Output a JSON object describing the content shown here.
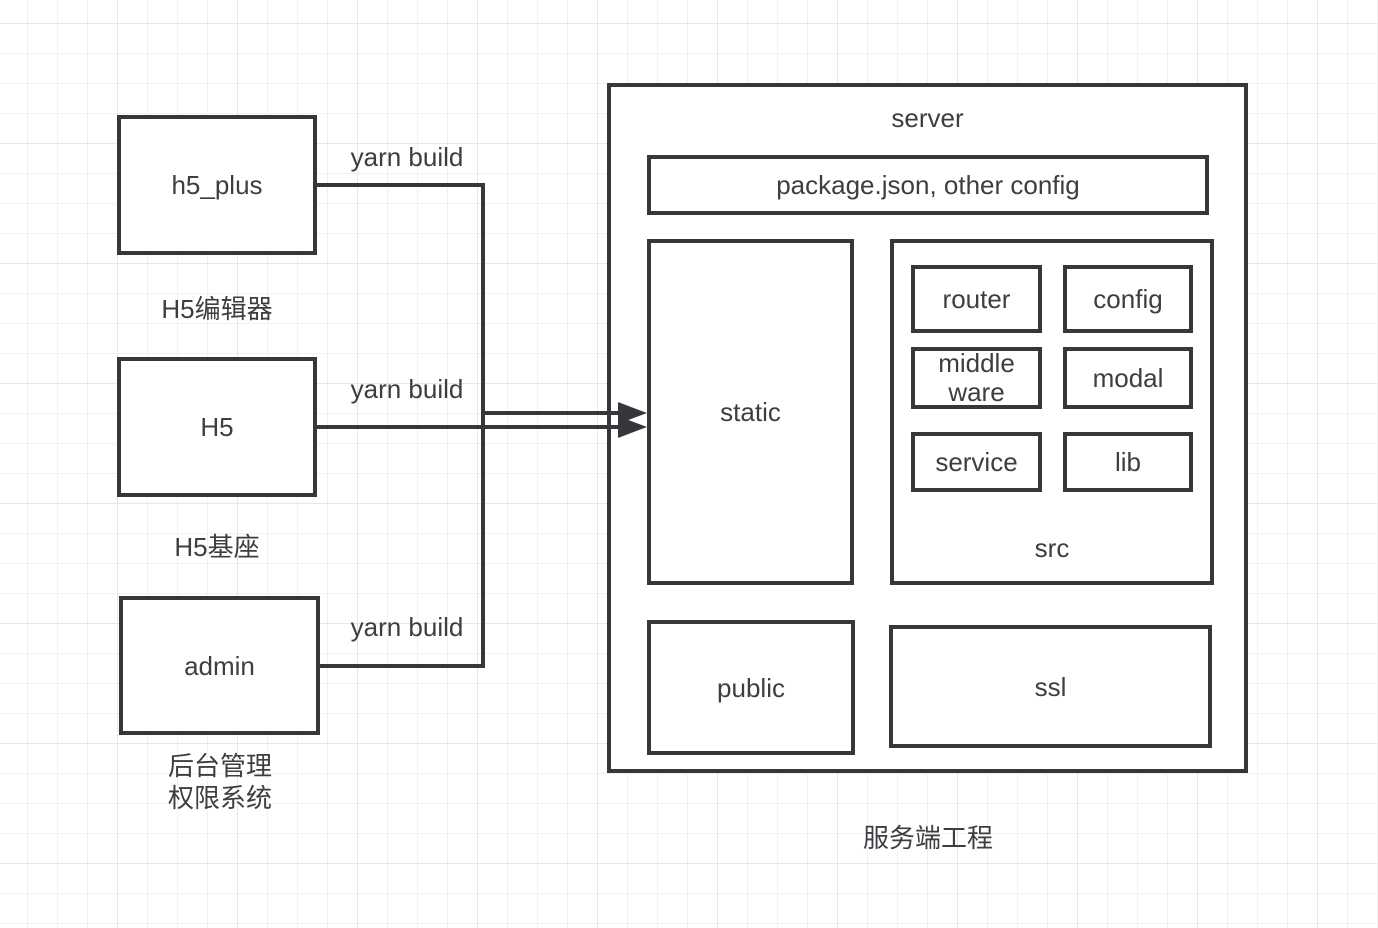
{
  "nodes": {
    "h5_plus": {
      "label": "h5_plus",
      "caption": "H5编辑器",
      "edge_label": "yarn build"
    },
    "h5": {
      "label": "H5",
      "caption": "H5基座",
      "edge_label": "yarn build"
    },
    "admin": {
      "label": "admin",
      "caption_line1": "后台管理",
      "caption_line2": "权限系统",
      "edge_label": "yarn build"
    }
  },
  "server": {
    "title": "server",
    "caption": "服务端工程",
    "config_file_box": "package.json, other config",
    "static_label": "static",
    "public_label": "public",
    "ssl_label": "ssl",
    "src": {
      "label": "src",
      "router": "router",
      "config": "config",
      "middleware": "middle ware",
      "modal": "modal",
      "service": "service",
      "lib": "lib"
    }
  },
  "colors": {
    "stroke": "#35373b",
    "text": "#3c3e42",
    "background": "#ffffff",
    "grid_minor": "#f1f1f4",
    "grid_major": "#e7e7eb"
  }
}
